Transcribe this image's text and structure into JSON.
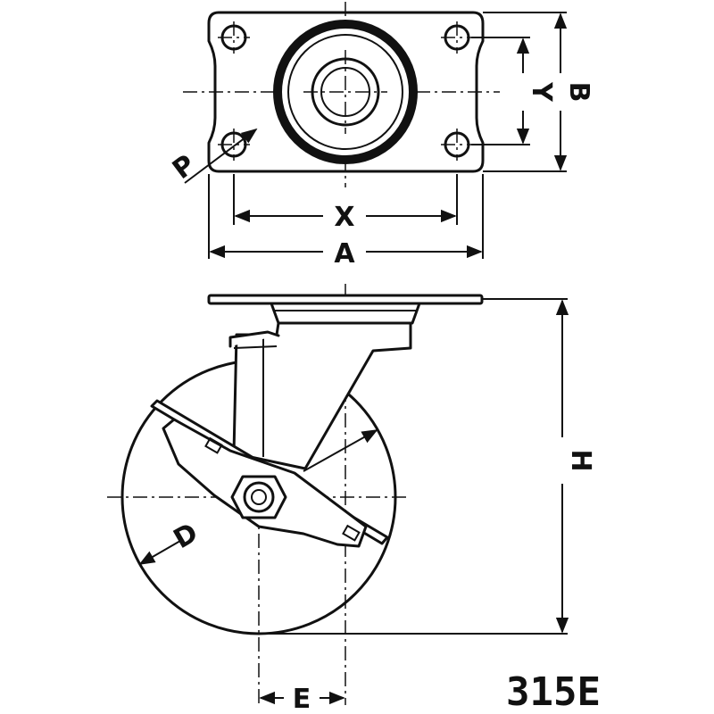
{
  "labels": {
    "a": "A",
    "b": "B",
    "x": "X",
    "y": "Y",
    "p": "P",
    "h": "H",
    "d": "D",
    "e": "E"
  },
  "model": "315E"
}
